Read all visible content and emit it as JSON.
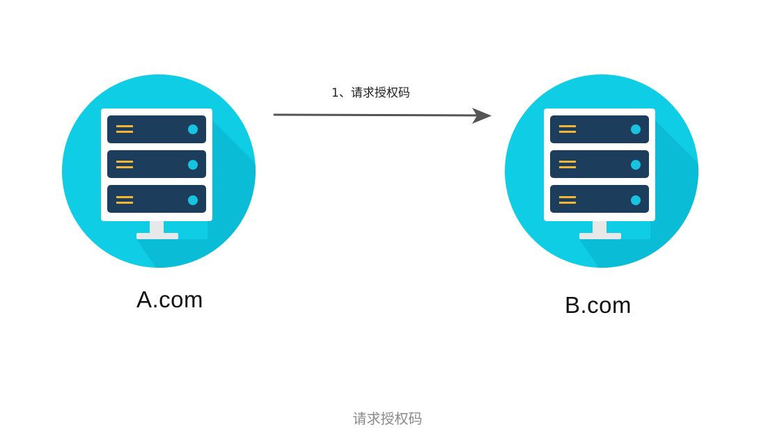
{
  "diagram": {
    "servers": [
      {
        "id": "a",
        "label": "A.com"
      },
      {
        "id": "b",
        "label": "B.com"
      }
    ],
    "edges": [
      {
        "from": "a",
        "to": "b",
        "label": "1、请求授权码"
      }
    ]
  },
  "caption": "请求授权码",
  "colors": {
    "circle": "#10cde6",
    "circle_shadow": "#0bb8d3",
    "panel": "#ffffff",
    "slot": "#1d3d5c",
    "slot_lines": "#f2b632",
    "slot_dot": "#18c3df",
    "stand": "#e8e8e8",
    "arrow": "#555555"
  },
  "icons": [
    "server-icon"
  ]
}
